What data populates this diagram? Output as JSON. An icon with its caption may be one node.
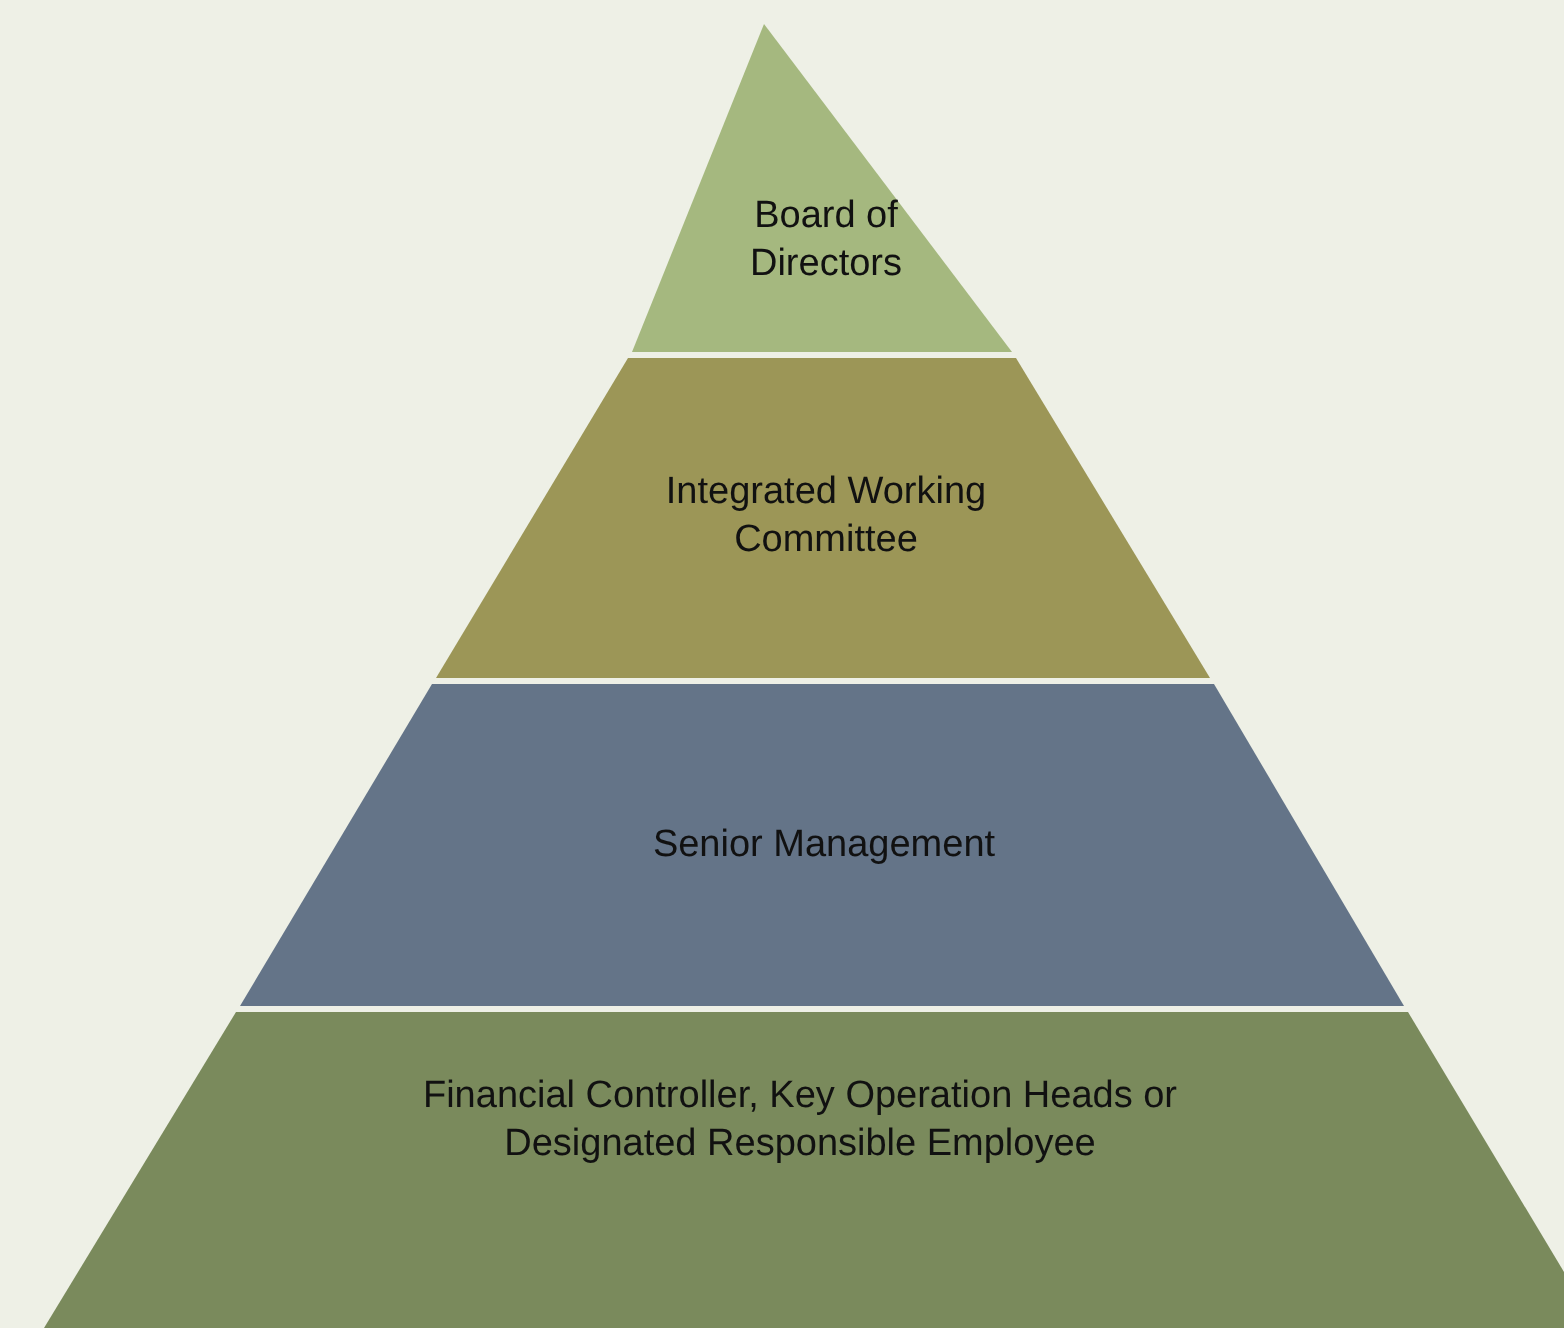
{
  "diagram": {
    "nodes": [
      {
        "text": [
          "Board of Directors"
        ]
      },
      {
        "text": [
          "Integrated Working Committee"
        ]
      },
      {
        "text": [
          "Senior Management"
        ]
      },
      {
        "text": [
          "Financial Controller, Key Operation Heads or Designated Responsible Employee"
        ]
      }
    ]
  }
}
